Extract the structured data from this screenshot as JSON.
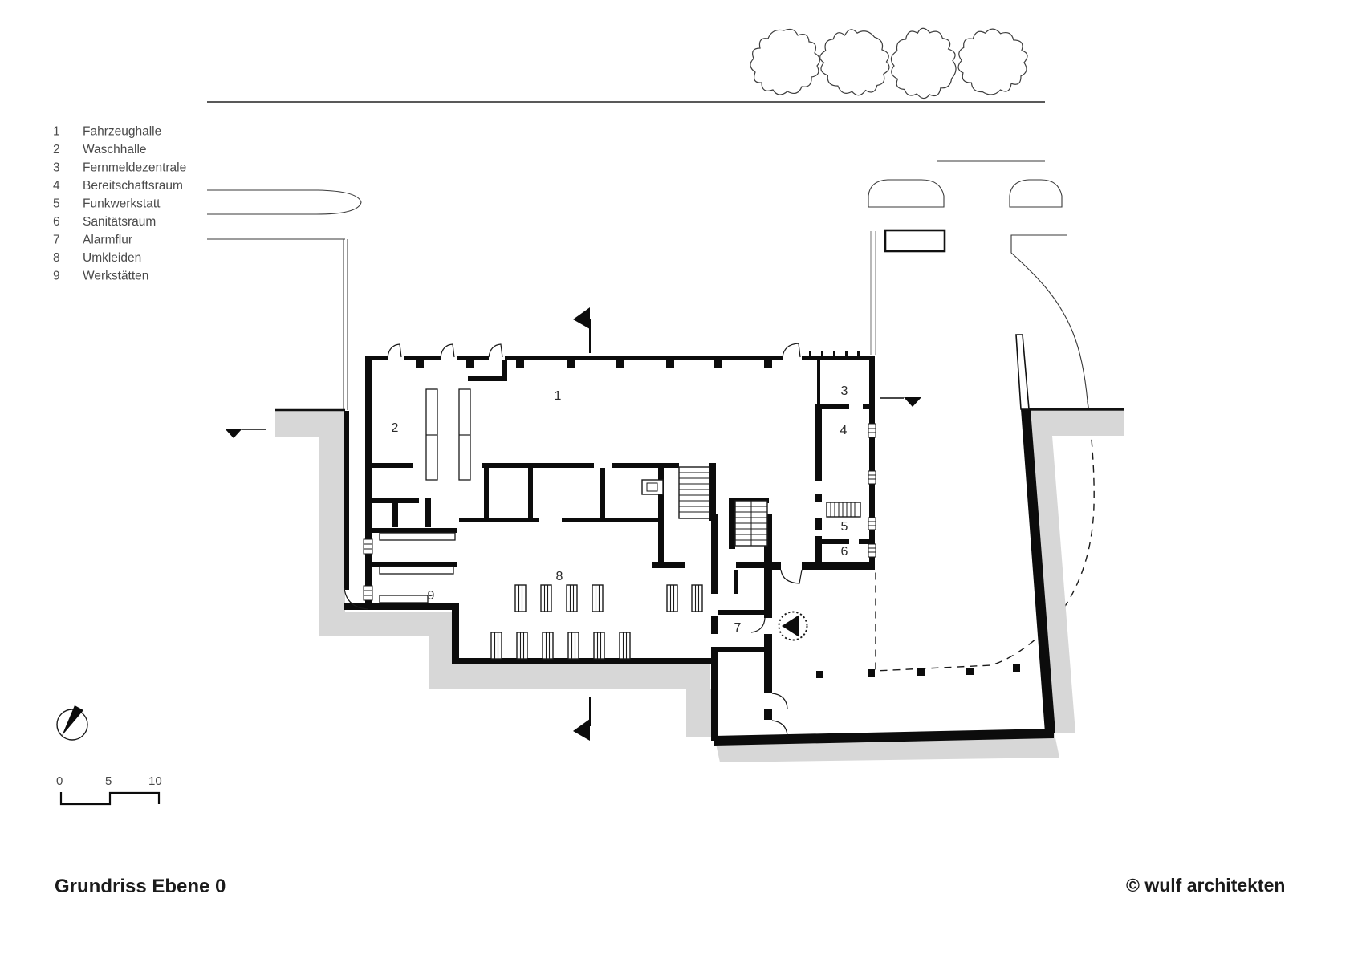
{
  "page": {
    "title": "Grundriss Ebene 0",
    "copyright": "© wulf architekten"
  },
  "legend": {
    "items": [
      {
        "number": "1",
        "label": "Fahrzeughalle"
      },
      {
        "number": "2",
        "label": "Waschhalle"
      },
      {
        "number": "3",
        "label": "Fernmeldezentrale"
      },
      {
        "number": "4",
        "label": "Bereitschaftsraum"
      },
      {
        "number": "5",
        "label": "Funkwerkstatt"
      },
      {
        "number": "6",
        "label": "Sanitätsraum"
      },
      {
        "number": "7",
        "label": "Alarmflur"
      },
      {
        "number": "8",
        "label": "Umkleiden"
      },
      {
        "number": "9",
        "label": "Werkstätten"
      }
    ]
  },
  "plan": {
    "room_labels": {
      "r1": "1",
      "r2": "2",
      "r3": "3",
      "r4": "4",
      "r5": "5",
      "r6": "6",
      "r7": "7",
      "r8": "8",
      "r9": "9"
    }
  },
  "scale_bar": {
    "ticks": [
      "0",
      "5",
      "10"
    ]
  },
  "colors": {
    "shadow": "#d7d7d7",
    "ink": "#0c0c0c",
    "muted_text": "#4a4a4a"
  }
}
